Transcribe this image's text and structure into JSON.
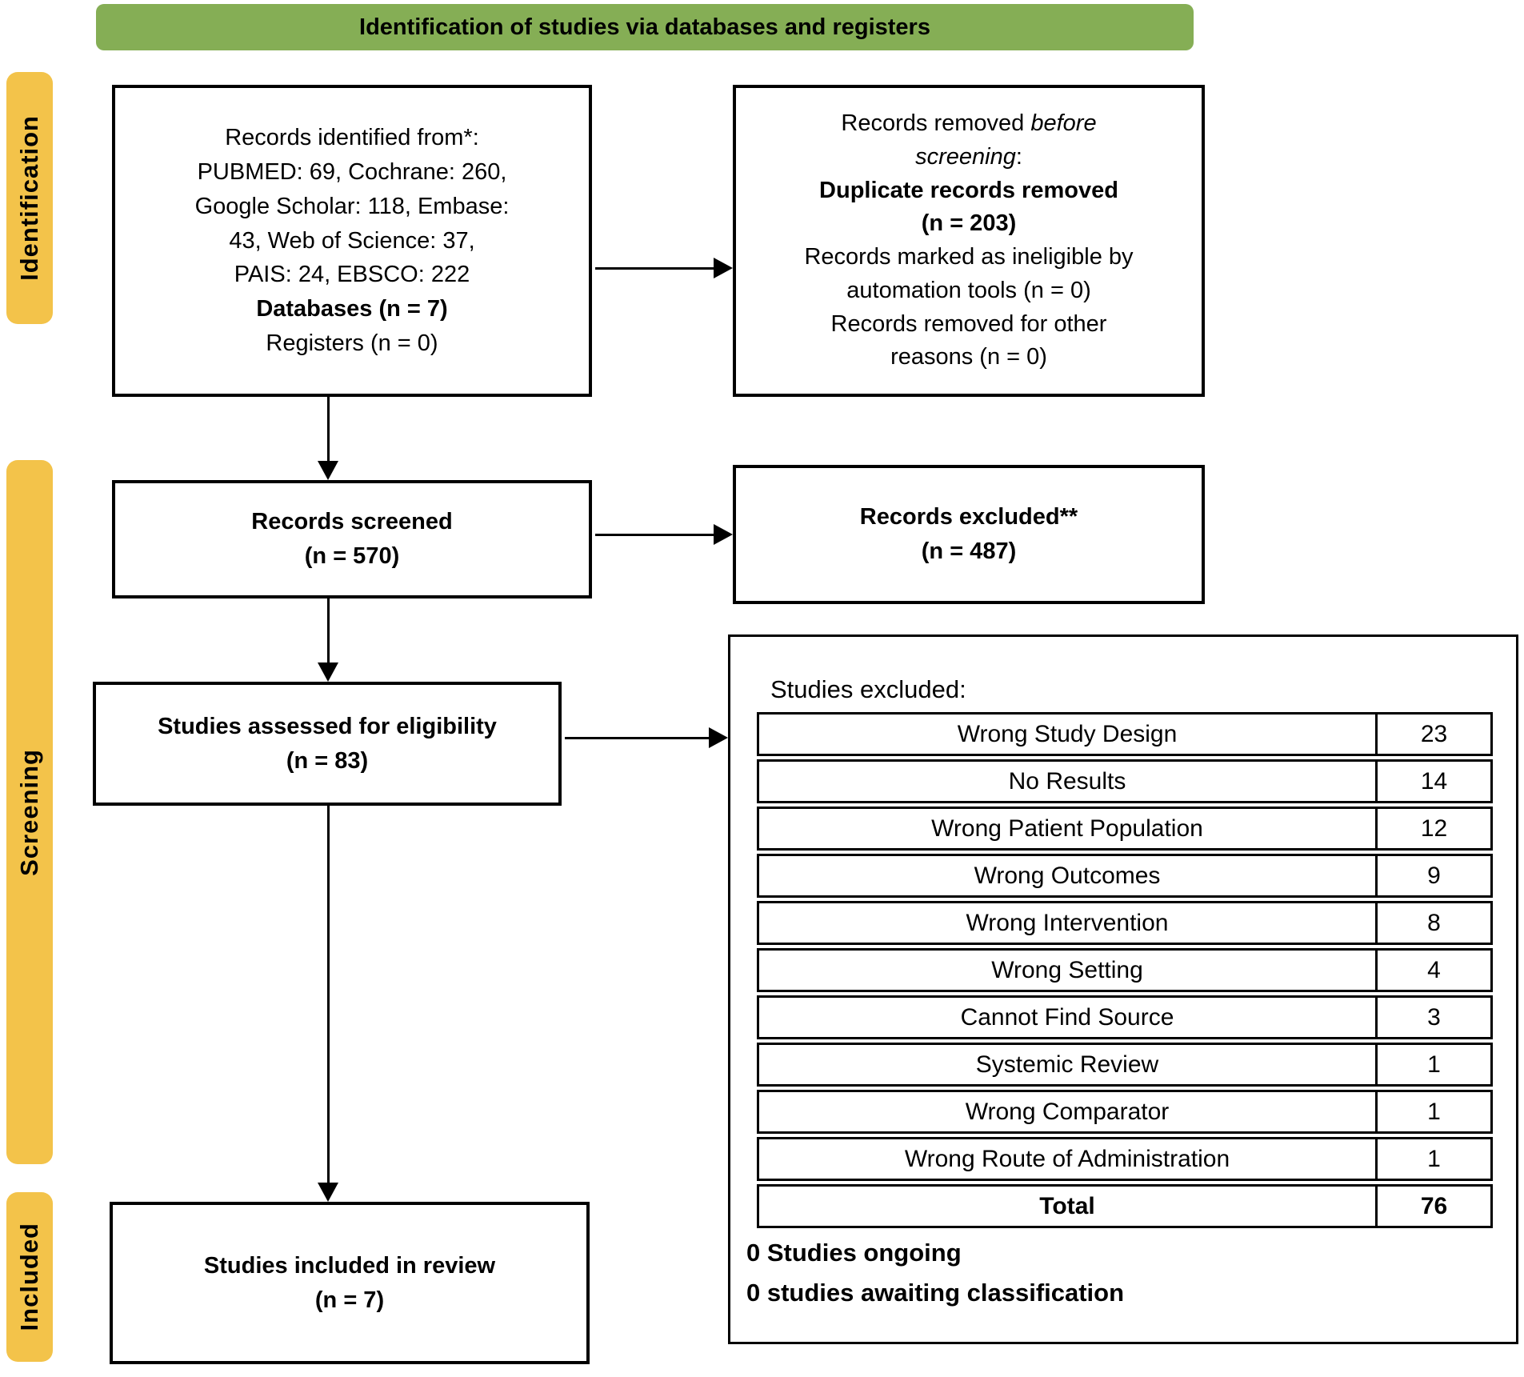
{
  "banner": {
    "label": "Identification of studies via databases and registers"
  },
  "colors": {
    "banner_bg": "#85AE55",
    "stage_bg": "#F3C34A"
  },
  "sidebar": {
    "stages": [
      {
        "label": "Identification"
      },
      {
        "label": "Screening"
      },
      {
        "label": "Included"
      }
    ]
  },
  "boxes": {
    "identified": {
      "lines": [
        {
          "segments": [
            {
              "text": "Records identified from*:"
            }
          ]
        },
        {
          "segments": [
            {
              "text": "PUBMED: 69, Cochrane: 260,"
            }
          ]
        },
        {
          "segments": [
            {
              "text": "Google Scholar: 118, Embase:"
            }
          ]
        },
        {
          "segments": [
            {
              "text": "43, Web of Science: 37,"
            }
          ]
        },
        {
          "segments": [
            {
              "text": "PAIS: 24, EBSCO: 222"
            }
          ]
        },
        {
          "segments": [
            {
              "text": "Databases (n = 7)",
              "bold": true
            }
          ]
        },
        {
          "segments": [
            {
              "text": "Registers (n = 0)"
            }
          ]
        }
      ]
    },
    "removed": {
      "lines": [
        {
          "segments": [
            {
              "text": "Records removed "
            },
            {
              "text": "before",
              "italic": true
            }
          ]
        },
        {
          "segments": [
            {
              "text": "screening",
              "italic": true
            },
            {
              "text": ":"
            }
          ]
        },
        {
          "segments": [
            {
              "text": "Duplicate records removed",
              "bold": true
            }
          ]
        },
        {
          "segments": [
            {
              "text": "(n = 203)",
              "bold": true
            }
          ]
        },
        {
          "segments": [
            {
              "text": "Records marked as ineligible by"
            }
          ]
        },
        {
          "segments": [
            {
              "text": "automation tools (n = 0)"
            }
          ]
        },
        {
          "segments": [
            {
              "text": "Records removed for other"
            }
          ]
        },
        {
          "segments": [
            {
              "text": "reasons (n = 0)"
            }
          ]
        }
      ]
    },
    "screened": {
      "title": "Records screened",
      "n": "(n = 570)"
    },
    "excluded": {
      "title": "Records excluded**",
      "n": "(n = 487)"
    },
    "assessed": {
      "title": "Studies assessed for eligibility",
      "n": "(n = 83)"
    },
    "included": {
      "title": "Studies included in review",
      "n": "(n = 7)"
    }
  },
  "exclusion_panel": {
    "heading": "Studies excluded:",
    "table": {
      "rows": [
        {
          "reason": "Wrong Study Design",
          "count": "23"
        },
        {
          "reason": "No Results",
          "count": "14"
        },
        {
          "reason": "Wrong Patient Population",
          "count": "12"
        },
        {
          "reason": "Wrong Outcomes",
          "count": "9"
        },
        {
          "reason": "Wrong Intervention",
          "count": "8"
        },
        {
          "reason": "Wrong Setting",
          "count": "4"
        },
        {
          "reason": "Cannot Find Source",
          "count": "3"
        },
        {
          "reason": "Systemic Review",
          "count": "1"
        },
        {
          "reason": "Wrong Comparator",
          "count": "1"
        },
        {
          "reason": "Wrong Route of Administration",
          "count": "1"
        },
        {
          "reason": "Total",
          "count": "76",
          "bold": true
        }
      ]
    },
    "footnotes": [
      "0 Studies ongoing",
      "0 studies awaiting classification"
    ]
  }
}
